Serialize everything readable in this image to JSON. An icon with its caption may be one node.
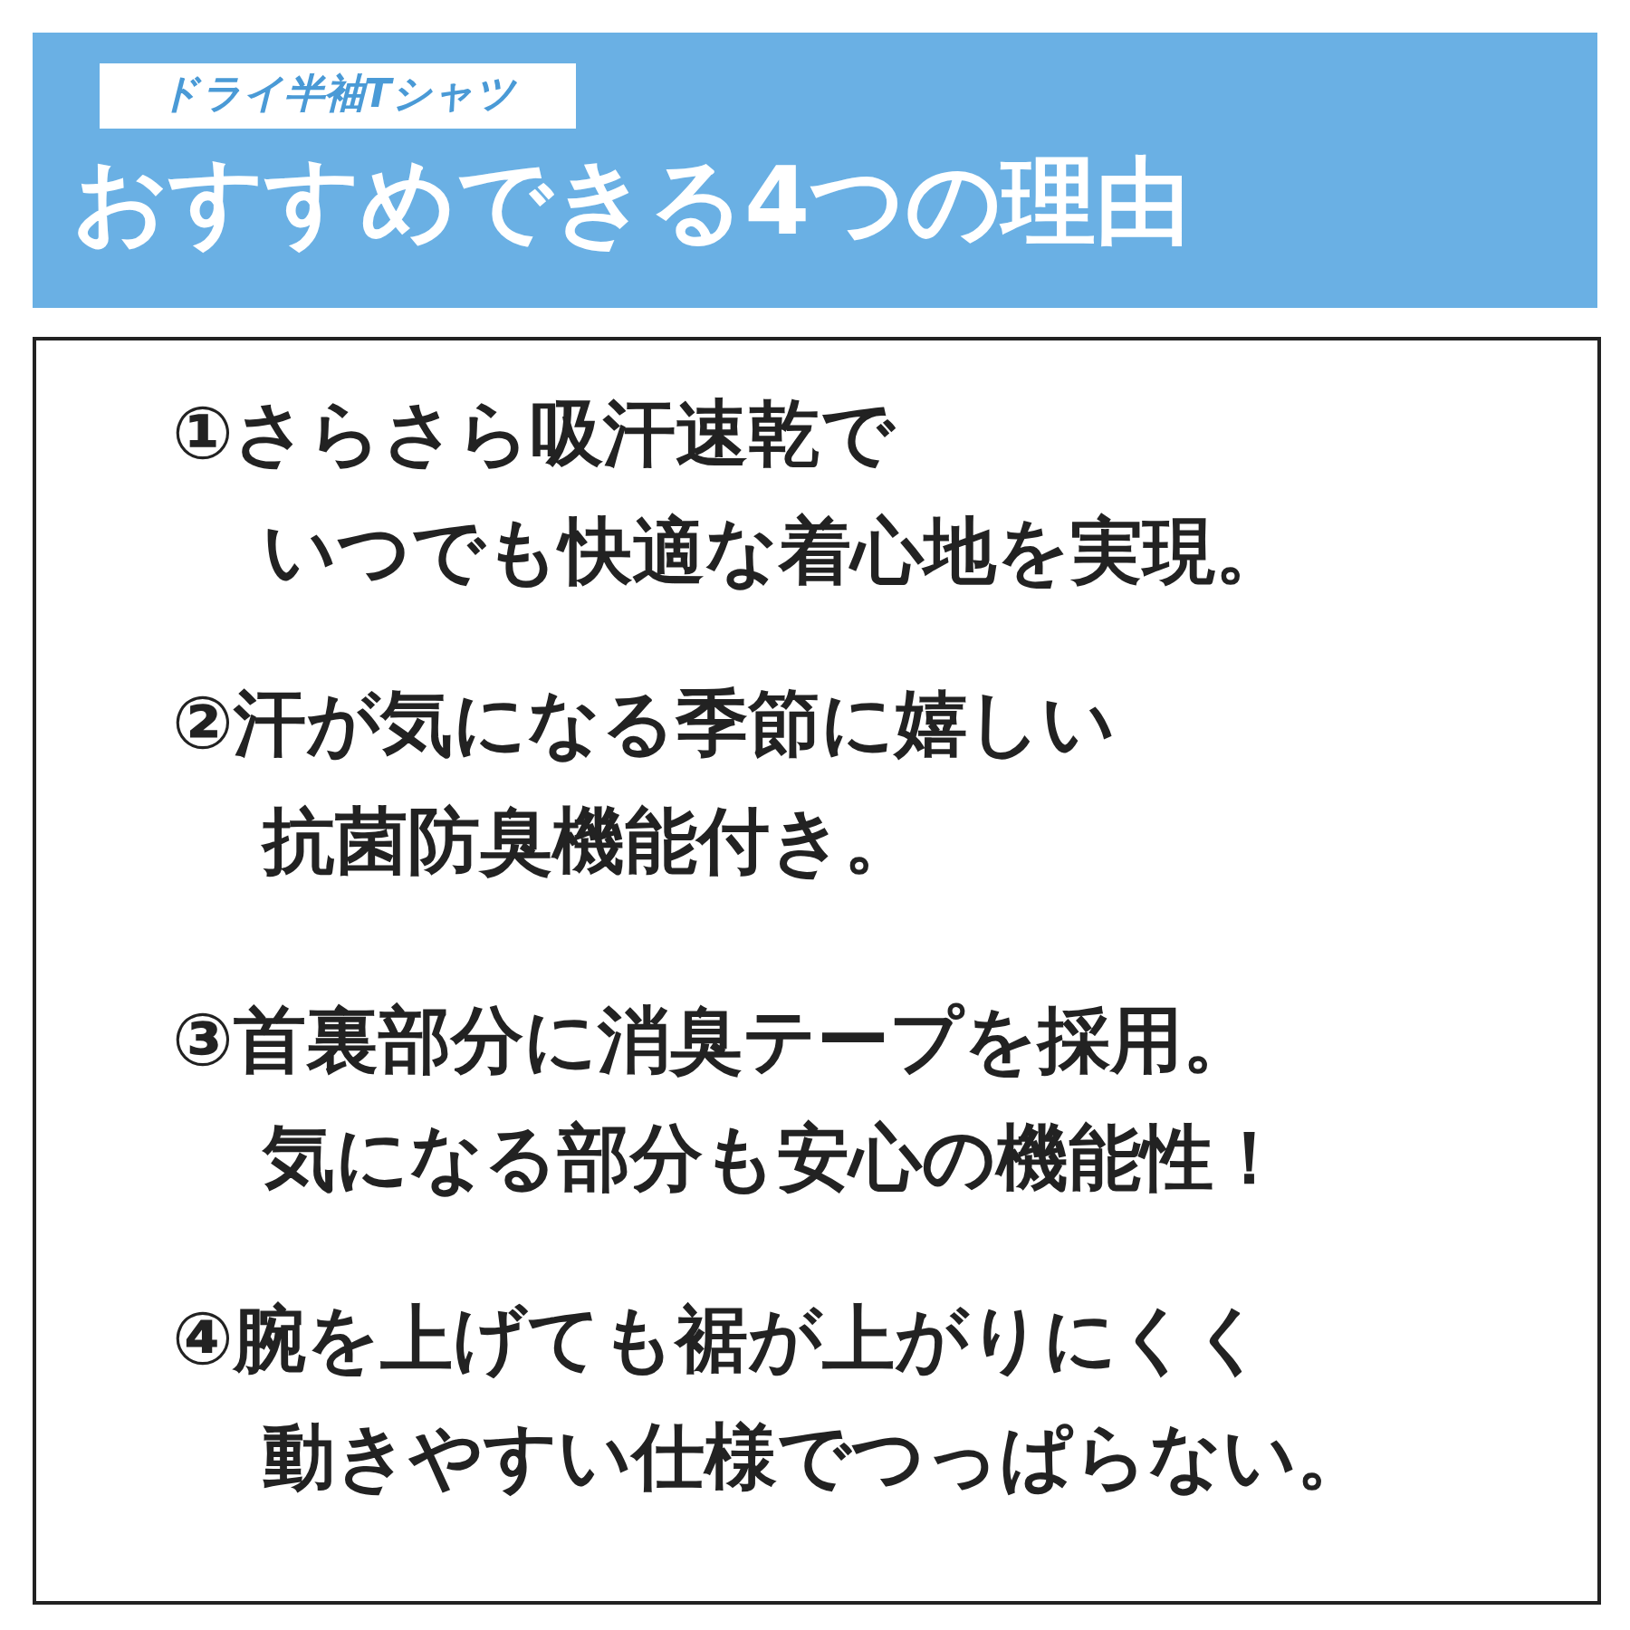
{
  "diagram": {
    "title": "おすすめできる4つの理由",
    "labels": [
      "ドライ半袖Tシャツ",
      "①さらさら吸汗速乾で",
      "いつでも快適な着心地を実現。",
      "②汗が気になる季節に嬉しい",
      "抗菌防臭機能付き。",
      "③首裏部分に消臭テープを採用。",
      "気になる部分も安心の機能性！",
      "④腕を上げても裾が上がりにくく",
      "動きやすい仕様でつっぱらない。"
    ]
  }
}
